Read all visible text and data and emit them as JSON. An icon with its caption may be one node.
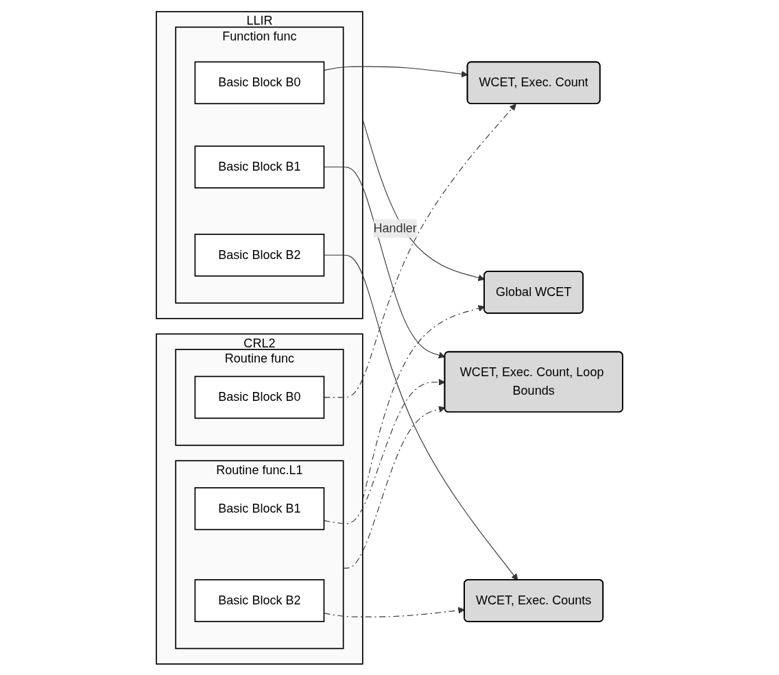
{
  "diagram": {
    "nodes": [
      {
        "text": [
          "LLIR"
        ]
      },
      {
        "text": [
          "Function func"
        ],
        "in": 0
      },
      {
        "text": [
          "Basic Block B0"
        ],
        "in": 1
      },
      {
        "text": [
          "Basic Block B1"
        ],
        "in": 1
      },
      {
        "text": [
          "Basic Block B2"
        ],
        "in": 1
      },
      {
        "text": [
          "Global WCET"
        ]
      },
      {
        "text": [
          "WCET, Exec. Count"
        ]
      },
      {
        "text": [
          "WCET, Exec. Count, Loop Bounds"
        ]
      },
      {
        "text": [
          "WCET, Exec. Counts"
        ]
      },
      {
        "text": [
          "CRL2"
        ]
      },
      {
        "text": [
          "Routine func"
        ],
        "in": 9
      },
      {
        "text": [
          "Basic Block B0"
        ],
        "in": 10
      },
      {
        "text": [
          "Routine func.L1"
        ],
        "in": 9
      },
      {
        "text": [
          "Basic Block B1"
        ],
        "in": 12
      },
      {
        "text": [
          "Basic Block B2"
        ],
        "in": 12
      }
    ],
    "edges": [
      {
        "from": 0,
        "to": 5,
        "arrow": "to",
        "label": "Handler"
      },
      {
        "from": 2,
        "to": 6,
        "arrow": "to"
      },
      {
        "from": 3,
        "to": 7,
        "arrow": "to"
      },
      {
        "from": 4,
        "to": 8,
        "arrow": "to"
      },
      {
        "from": 9,
        "to": 5,
        "arrow": "to",
        "style": "dashed"
      },
      {
        "from": 11,
        "to": 6,
        "arrow": "to",
        "style": "dashed"
      },
      {
        "from": 12,
        "to": 7,
        "arrow": "to",
        "style": "dashed"
      },
      {
        "from": 13,
        "to": 7,
        "arrow": "to",
        "style": "dashed"
      },
      {
        "from": 14,
        "to": 8,
        "arrow": "to",
        "style": "dashed"
      }
    ]
  }
}
